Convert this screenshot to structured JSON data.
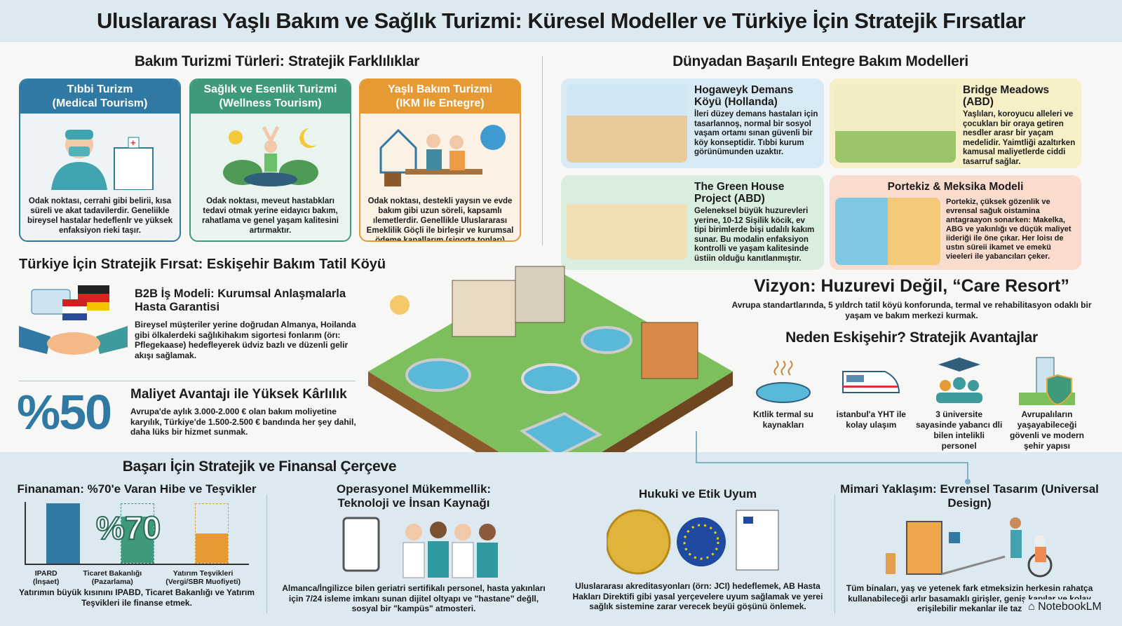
{
  "title": "Uluslararası Yaşlı Bakım ve Sağlık Turizmi: Küresel Modeller ve Türkiye İçin Stratejik Fırsatlar",
  "types": {
    "heading": "Bakım Turizmi Türleri: Stratejik Farklılıklar",
    "cards": [
      {
        "title": "Tıbbi Turizm",
        "subtitle": "(Medical Tourism)",
        "text": "Odak noktası, cerrahi gibi belirii, kısa süreli ve akat tadavilerdir. Geneliikle bireysel hastalar hedeflenlr ve yüksek enfaksiyon rieki taşır.",
        "color": "#2f79a3"
      },
      {
        "title": "Sağlık ve Esenlik Turizmi",
        "subtitle": "(Wellness Tourism)",
        "text": "Odak noktası, meveut hastabkları tedavi otmak yerine eidayıcı bakım, rahatlama ve genel yaşam kalitesini artırmaktır.",
        "color": "#3f9a7b"
      },
      {
        "title": "Yaşlı Bakım Turizmi",
        "subtitle": "(IKM Ile Entegre)",
        "text": "Odak noktası, destekli yaysın ve evde bakım gibi uzun söreli, kapsamlı ılemetlerdir. Genellikle Uluslararası Emeklilik Göçli ile birleşir ve kurumsal ödeme kanallarım (sigorta tonları) hedefler.",
        "color": "#e59a33"
      }
    ]
  },
  "models": {
    "heading": "Dünyadan Başarılı Entegre Bakım Modelleri",
    "items": [
      {
        "name": "Hogaweyk Demans Köyü (Hollanda)",
        "text": "İleri düzey demans hastaları için tasarlannoş, normal bir sosyol vaşam ortamı sınan güvenli bir köy konseptidir. Tıbbi kurum görünümunden uzaktır.",
        "bg": "#d7e9f3"
      },
      {
        "name": "Bridge Meadows (ABD)",
        "text": "Yaşlıları, koroyucu alleleri ve çocukları bir oraya getiren nesdler arasr bir yaçam medelidir. Yaimtliği azaltırken kamusal maliyetlerde ciddi tasarruf sağlar.",
        "bg": "#f6efc7"
      },
      {
        "name": "The Green House Project (ABD)",
        "text": "Geleneksel büyük huzurevleri yerine, 10-12 Sişilik köcik, ev tipi birimlerde bişi udalılı kakım sunar. Bu modalin enfaksiyon kontrolli ve yaşam kalitesinde üstiin olduğu kanıtlanmıştır.",
        "bg": "#d9eedf"
      },
      {
        "name": "Portekiz & Meksika Modeli",
        "text": "Portekiz, çüksek gözenlik ve evrensal sağuk oistamina antagraayon sonarken: Makelka, ABG ve yakınlığı ve düçük maliyet iideriği ile öne çıkar. Her loisı de ustın süreii ikamet ve emekü vieeleri ile yabancıları çeker.",
        "bg": "#f9dccd"
      }
    ]
  },
  "opportunity": {
    "heading": "Türkiye İçin Stratejik Fırsat: Eskişehir Bakım Tatil Köyü",
    "b2b_title": "B2B İş Modeli: Kurumsal Anlaşmalarla Hasta Garantisi",
    "b2b_text": "Bireysel müşteriler yerine doğrudan Almanya, Hoilanda gibi ölkalerdeki sağlıkihakım sigortesi fonlarım (örı: Pflegekaase) hedefleyerek üdviz bazlı ve düzenli gelir akışı sağlamak.",
    "big_number": "%50",
    "cost_title": "Maliyet Avantajı ile Yüksek Kârlılık",
    "cost_text": "Avrupa'de aylık 3.000-2.000 € olan bakım moliyetine karyılık, Türkiye'de 1.500-2.500 € bandında her şey dahil, daha lüks bir hizmet sunmak.",
    "accent": "#2f79a3"
  },
  "vision": {
    "title": "Vizyon: Huzurevi Değil, “Care Resort”",
    "text": "Avrupa standartlarında, 5 yıldrch tatil köyü konforunda, termal ve rehabilitasyon odaklı bir yaşam ve bakım merkezi kurmak."
  },
  "advantages": {
    "heading": "Neden Eskişehir? Stratejik Avantajlar",
    "items": [
      {
        "icon": "thermal-pool-icon",
        "label": "Kıtlik termal su kaynakları"
      },
      {
        "icon": "train-icon",
        "label": "istanbul'a YHT ile kolay ulaşım"
      },
      {
        "icon": "graduation-people-icon",
        "label": "3 üniversite sayasinde yabancı dli bilen intelikli personel"
      },
      {
        "icon": "city-shield-icon",
        "label": "Avrupalıların yaşayabileceği gövenli ve modern şehir yapısı"
      }
    ]
  },
  "framework": {
    "heading": "Başarı İçin Stratejik ve Finansal Çerçeve",
    "finance": {
      "title": "Finanaman: %70'e Varan Hibe ve Teşvikler",
      "overlay": "%70",
      "bars": [
        {
          "label": "IPARD",
          "sub": "(İnşaet)",
          "fill_level": 1.0,
          "color": "#2f79a3"
        },
        {
          "label": "Ticaret Bakanlığı",
          "sub": "(Pazarlama)",
          "fill_level": 0.78,
          "color": "#3f9a7b"
        },
        {
          "label": "Yatırım Teşvikleri",
          "sub": "(Vergi/SBR Muofiyeti)",
          "fill_level": 0.5,
          "color": "#e59a33"
        }
      ],
      "text": "Yatırımın büyük kısınını IPABD, Ticaret Bakanlığı ve Yatırım Teşvikleri ile finanse etmek."
    },
    "ops": {
      "title": "Operasyonel Mükemmellik: Teknoloji ve İnsan Kaynağı",
      "text": "Almanca/İngilizce bilen geriatri sertifikalı personel, hasta yakınları için 7/24 isleme imkanı sunan dijitel oltyapı ve \"hastane\" değll, sosyal bir \"kampüs\" atmosteri."
    },
    "legal": {
      "title": "Hukuki ve Etik Uyum",
      "text": "Uluslararası akreditasyonları (örn: JCI) hedeflemek, AB Hasta Hakları Direktifi gibi yasal yerçevelere uyum sağlamak ve yerei sağlık sistemine zarar verecek beyüi göşünü önlemek."
    },
    "arch": {
      "title": "Mimari Yaklaşım: Evrensel Tasarım (Universal Design)",
      "text": "Tüm binaları, yaş ve yetenek fark etmeksizin herkesin rahatça kullanabileceği arlır basamaklı girişler, geniş kapılar ve kolay erişilebilir mekanlar ile taz"
    }
  },
  "watermark": "NotebookLM"
}
